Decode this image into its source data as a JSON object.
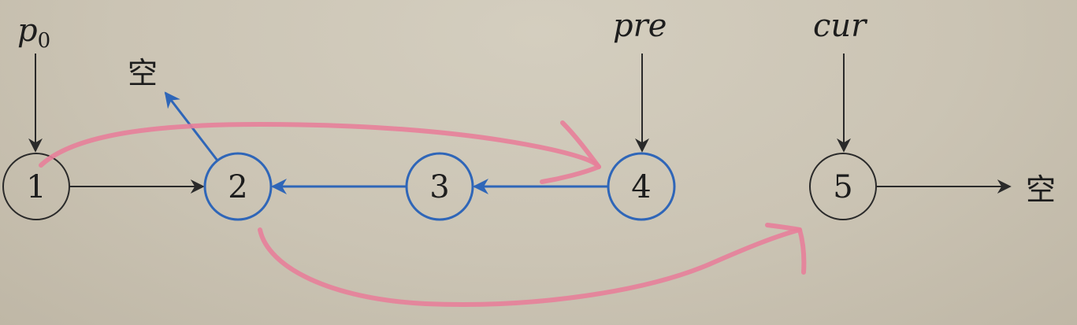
{
  "nodes": [
    {
      "label": "1",
      "color": "#2a2a2a"
    },
    {
      "label": "2",
      "color": "#2f66b8"
    },
    {
      "label": "3",
      "color": "#2f66b8"
    },
    {
      "label": "4",
      "color": "#2f66b8"
    },
    {
      "label": "5",
      "color": "#2a2a2a"
    }
  ],
  "pointers": {
    "p0": {
      "base": "p",
      "sub": "0"
    },
    "pre": "pre",
    "cur": "cur"
  },
  "null_labels": {
    "top": "空",
    "right": "空"
  },
  "colors": {
    "black_edge": "#2a2a2a",
    "blue_edge": "#2f66b8",
    "pink_stroke": "#e77f9a"
  }
}
